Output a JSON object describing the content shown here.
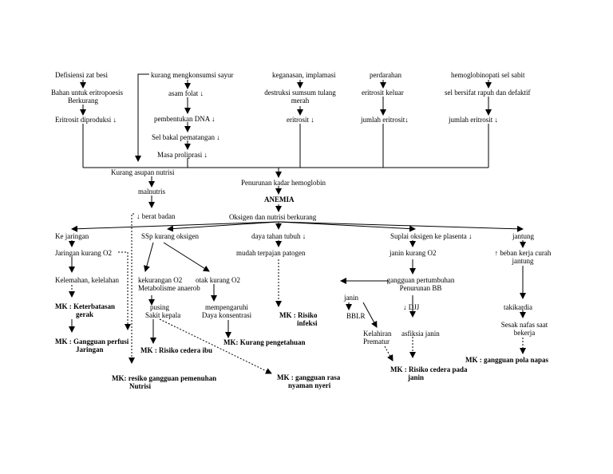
{
  "nodes": {
    "defisiensi": "Defisiensi zat besi",
    "bahan_1": "Bahan untuk eritropoesis",
    "bahan_2": "Berkurang",
    "eritrosit_produksi": "Eritrosit  diproduksi ↓",
    "kurang_sayur": "kurang mengkonsumsi  sayur",
    "asam_folat": "asam folat ↓",
    "pembentukan_dna": "pembentukan DNA ↓",
    "sel_bakal": "Sel bakal pematangan ↓",
    "masa_proliferasi": "Masa proliprasi  ↓",
    "keganasan": "keganasan, implamasi",
    "destruksi_1": "destruksi sumsum tulang",
    "destruksi_2": "merah",
    "eritrosit_c": "eritrosit ↓",
    "perdarahan": "perdarahan",
    "eritrosit_keluar": "eritrosit keluar",
    "jumlah_eritrosit_d": "jumlah eritrosit↓",
    "hemoglobinopati": "hemoglobinopati sel sabit",
    "sel_bersifat": "sel bersifat rapuh dan defaktif",
    "jumlah_eritrosit_e": "jumlah eritrosit  ↓",
    "kurang_asupan": "Kurang asupan nutrisi",
    "penurunan_hb": "Penurunan kadar hemoglobin",
    "malnutris": "malnutris",
    "anemia": "ANEMIA",
    "berat_badan": "↓ berat badan",
    "oksigen": "Oksigen dan nutrisi berkurang",
    "ke_jaringan": "Ke jaringan",
    "jaringan_kurang": "Jaringan kurang  O2",
    "kelemahan": "Kelemahan, kelelahan",
    "mk_keterbatasan_1": "MK : Keterbatasan",
    "mk_keterbatasan_2": "gerak",
    "mk_perfusi_1": "MK : Gangguan perfusi",
    "mk_perfusi_2": "Jaringan",
    "ssp": "SSp kurang oksigen",
    "kekurangan_o2": "kekurangan  O2",
    "metabolisme": "Metabolisme anaerob",
    "otak_kurang": "otak kurang  O2",
    "pusing": "pusing",
    "sakit_kepala": "Sakit kepala",
    "mempengaruhi": "mempengaruhi",
    "daya_konsentrasi": "Daya konsentrasi",
    "mk_cedera_ibu": "MK : Risiko cedera ibu",
    "mk_pengetahuan": "MK: Kurang pengetahuan",
    "mk_nutrisi_1": "MK: resiko gangguan pemenuhan",
    "mk_nutrisi_2": "Nutrisi",
    "mk_rasa_1": "MK : gangguan rasa",
    "mk_rasa_2": "nyaman nyeri",
    "daya_tahan": "daya tahan tubuh ↓",
    "mudah_terpajan": "mudah terpajan patogen",
    "mk_infeksi_1": "MK : Risiko",
    "mk_infeksi_2": "infeksi",
    "suplai": "Suplai oksigen ke plasenta  ↓",
    "janin_kurang": "janin kurang  O2",
    "gangguan_pertumbuhan": "gangguan pertumbuhan",
    "penurunan_bb": "Penurunan BB",
    "janin": "janin",
    "bblr": "BBLR",
    "djj": "↓   DJJ",
    "asfiksia": "asfiksia janin",
    "kelahiran_1": "Kelahiran",
    "kelahiran_2": "Prematur",
    "mk_cedera_janin_1": "MK : Risiko cedera pada",
    "mk_cedera_janin_2": "janin",
    "jantung": "jantung",
    "beban_1": "↑ beban kerja curah",
    "beban_2": "jantung",
    "takikardia": "takikardia",
    "sesak_1": "Sesak nafas saat",
    "sesak_2": "bekerja",
    "mk_pola_napas": "MK : gangguan pola napas"
  }
}
